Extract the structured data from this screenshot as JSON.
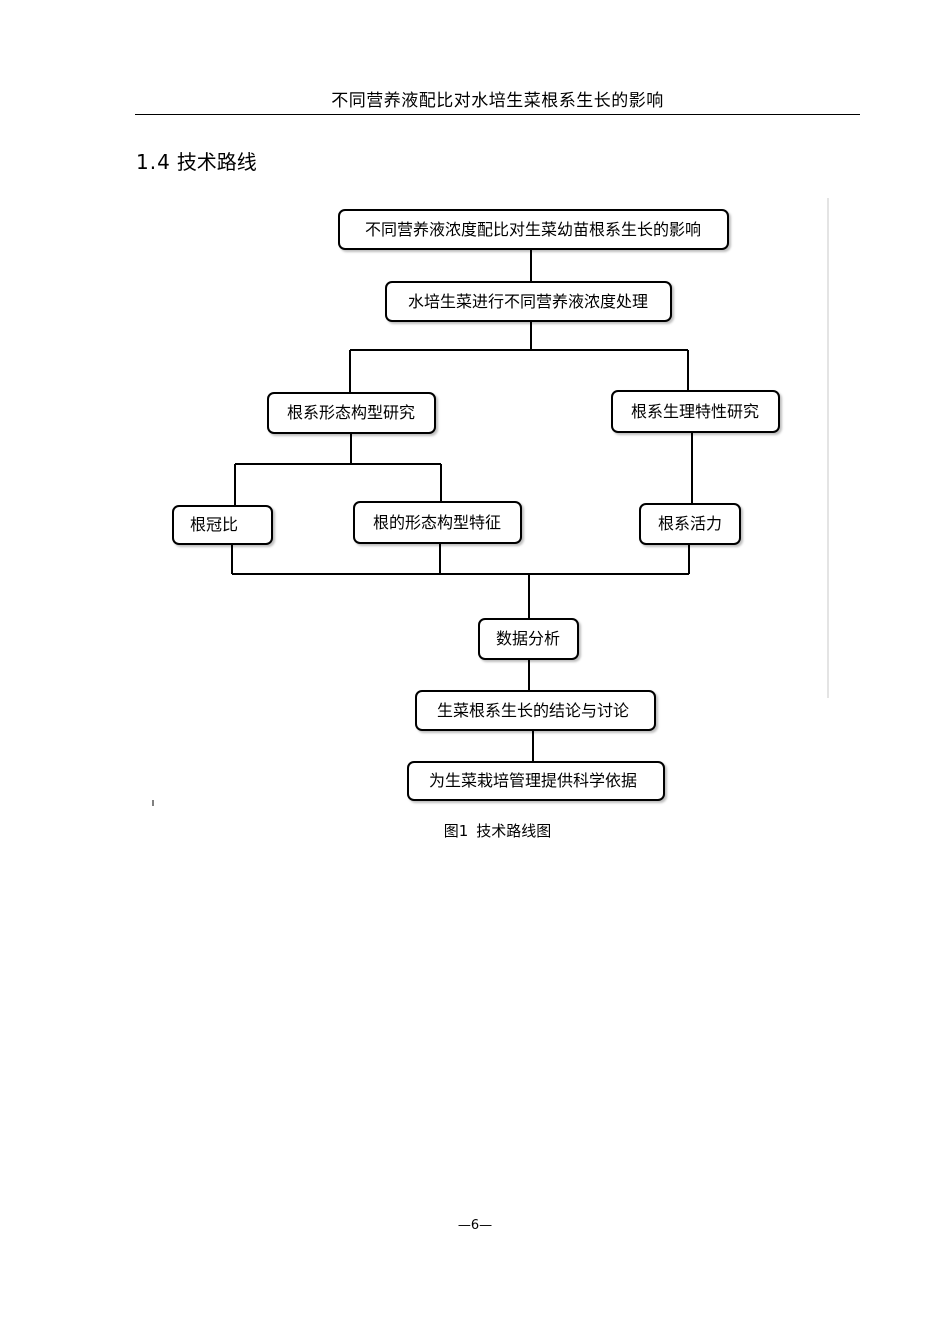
{
  "header": {
    "running_title": "不同营养液配比对水培生菜根系生长的影响"
  },
  "section": {
    "number": "1.4",
    "title": "技术路线"
  },
  "flowchart": {
    "nodes": {
      "topic": "不同营养液浓度配比对生菜幼苗根系生长的影响",
      "treatment": "水培生菜进行不同营养液浓度处理",
      "morphology_study": "根系形态构型研究",
      "physiology_study": "根系生理特性研究",
      "root_shoot_ratio": "根冠比",
      "root_morphology": "根的形态构型特征",
      "root_activity": "根系活力",
      "data_analysis": "数据分析",
      "conclusion": "生菜根系生长的结论与讨论",
      "basis": "为生菜栽培管理提供科学依据"
    }
  },
  "caption": {
    "label": "图1",
    "text": "技术路线图"
  },
  "footer": {
    "page_number": "—6—"
  }
}
